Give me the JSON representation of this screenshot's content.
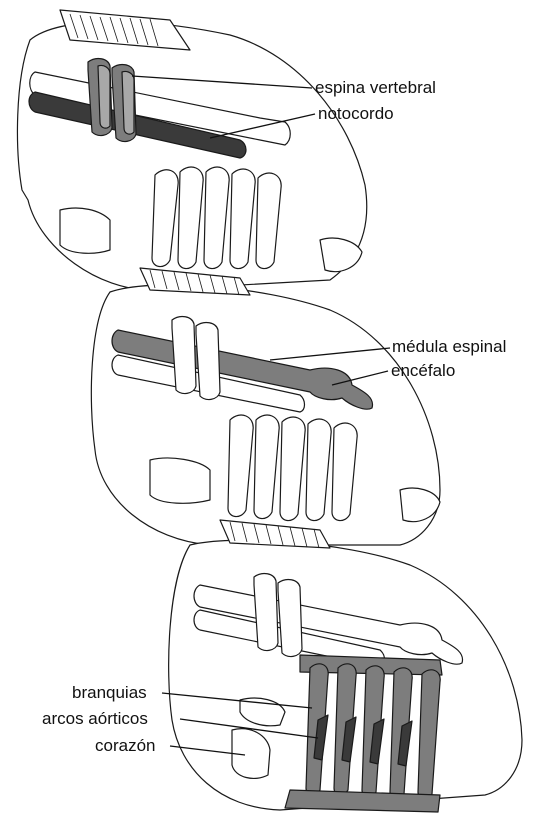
{
  "labels": {
    "espina_vertebral": "espina vertebral",
    "notocordo": "notocordo",
    "medula_espinal": "médula espinal",
    "encefalo": "encéfalo",
    "branquias": "branquias",
    "arcos_aorticos": "arcos aórticos",
    "corazon": "corazón"
  },
  "colors": {
    "outline": "#1a1a1a",
    "highlight_dark": "#3a3a3a",
    "highlight_mid": "#7d7d7d",
    "highlight_light": "#a8a8a8",
    "fill": "#ffffff"
  }
}
